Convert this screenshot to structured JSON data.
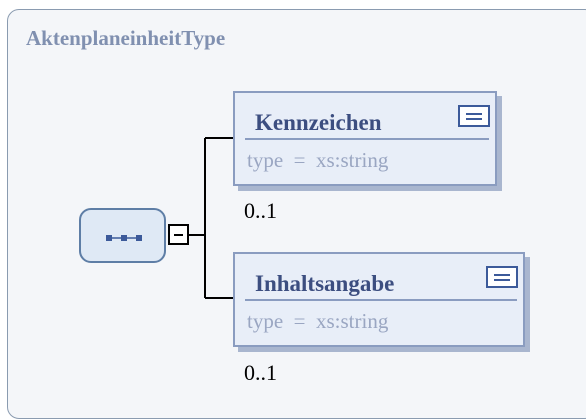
{
  "type_name": "AktenplaneinheitType",
  "elements": [
    {
      "name": "Kennzeichen",
      "type_key": "type",
      "type_eq": "=",
      "type_value": "xs:string",
      "occurs": "0..1"
    },
    {
      "name": "Inhaltsangabe",
      "type_key": "type",
      "type_eq": "=",
      "type_value": "xs:string",
      "occurs": "0..1"
    }
  ],
  "icons": {
    "sequence": "sequence-icon",
    "toggle": "collapse-toggle-icon",
    "doc": "documentation-icon"
  }
}
